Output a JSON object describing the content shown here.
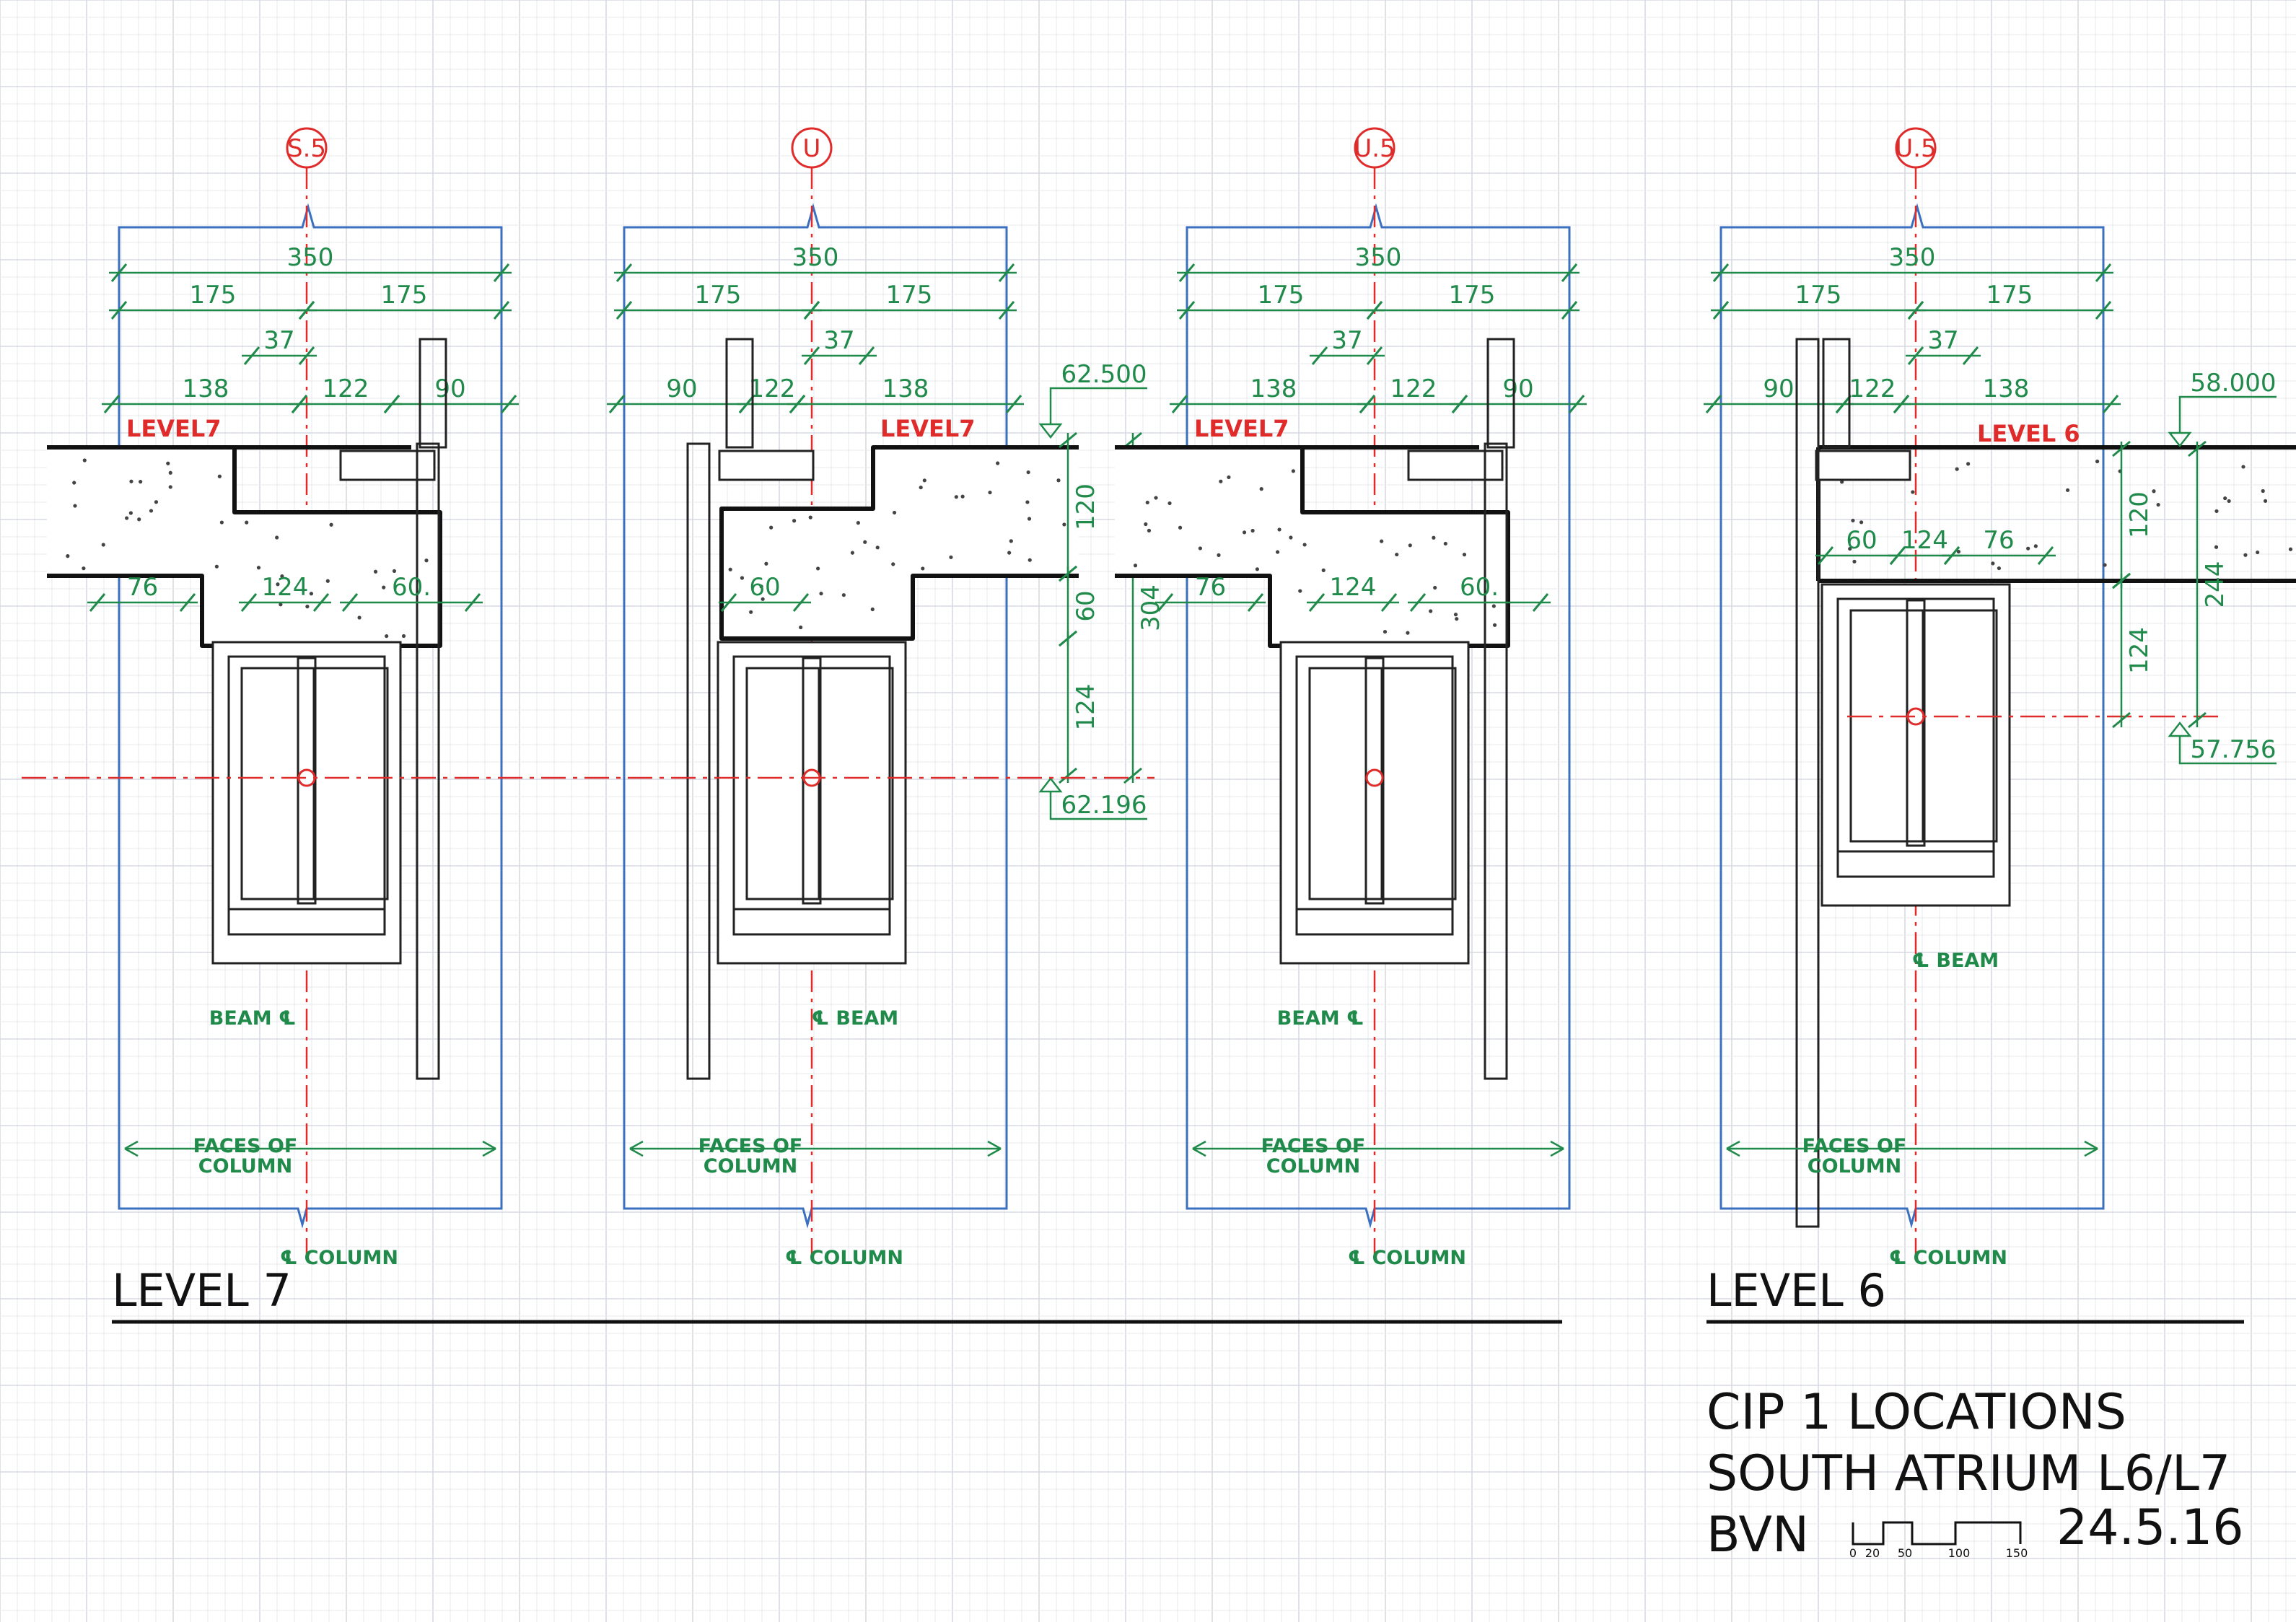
{
  "details": [
    {
      "grid": "S.5",
      "level_label": "LEVEL7",
      "column_width": "350",
      "half_left": "175",
      "half_right": "175",
      "offset": "37",
      "left_dim": "138",
      "mid_dim": "122",
      "right_dim": "90",
      "lower_left": "76",
      "lower_mid": "124",
      "lower_right": "60.",
      "beam_note": "BEAM ℄",
      "faces_note_1": "FACES OF",
      "faces_note_2": "COLUMN",
      "column_note": "℄ COLUMN"
    },
    {
      "grid": "U",
      "level_label": "LEVEL7",
      "column_width": "350",
      "half_left": "175",
      "half_right": "175",
      "offset": "37",
      "left_dim": "90",
      "mid_dim": "122",
      "right_dim": "138",
      "lower_left": "60",
      "lower_mid": "",
      "lower_right": "",
      "beam_note": "℄ BEAM",
      "faces_note_1": "FACES OF",
      "faces_note_2": "COLUMN",
      "column_note": "℄ COLUMN",
      "rl_top": "62.500",
      "rl_bottom": "62.196",
      "v_120": "120",
      "v_60": "60",
      "v_124": "124",
      "v_304": "304"
    },
    {
      "grid": "U.5",
      "level_label": "LEVEL7",
      "column_width": "350",
      "half_left": "175",
      "half_right": "175",
      "offset": "37",
      "left_dim": "138",
      "mid_dim": "122",
      "right_dim": "90",
      "lower_left": "76",
      "lower_mid": "124",
      "lower_right": "60.",
      "beam_note": "BEAM ℄",
      "faces_note_1": "FACES OF",
      "faces_note_2": "COLUMN",
      "column_note": "℄ COLUMN"
    },
    {
      "grid": "U.5",
      "level_label": "LEVEL 6",
      "column_width": "350",
      "half_left": "175",
      "half_right": "175",
      "offset": "37",
      "left_dim": "90",
      "mid_dim": "122",
      "right_dim": "138",
      "lower_left": "60",
      "lower_mid": "124",
      "lower_right": "76",
      "beam_note": "℄ BEAM",
      "faces_note_1": "FACES OF",
      "faces_note_2": "COLUMN",
      "column_note": "℄ COLUMN",
      "rl_top": "58.000",
      "rl_bottom": "57.756",
      "v_120": "120",
      "v_124": "124",
      "v_244": "244"
    }
  ],
  "headings": {
    "level7": "LEVEL 7",
    "level6": "LEVEL 6"
  },
  "title_block": {
    "line1": "CIP 1 LOCATIONS",
    "line2": "SOUTH ATRIUM L6/L7",
    "firm": "BVN",
    "date": "24.5.16",
    "scale_ticks": [
      "0",
      "20",
      "50",
      "100",
      "150"
    ]
  },
  "colors": {
    "column_outline": "#3b6fc0",
    "centerline": "#e02b2b",
    "dimension": "#1f8a4a",
    "linework": "#111111"
  }
}
